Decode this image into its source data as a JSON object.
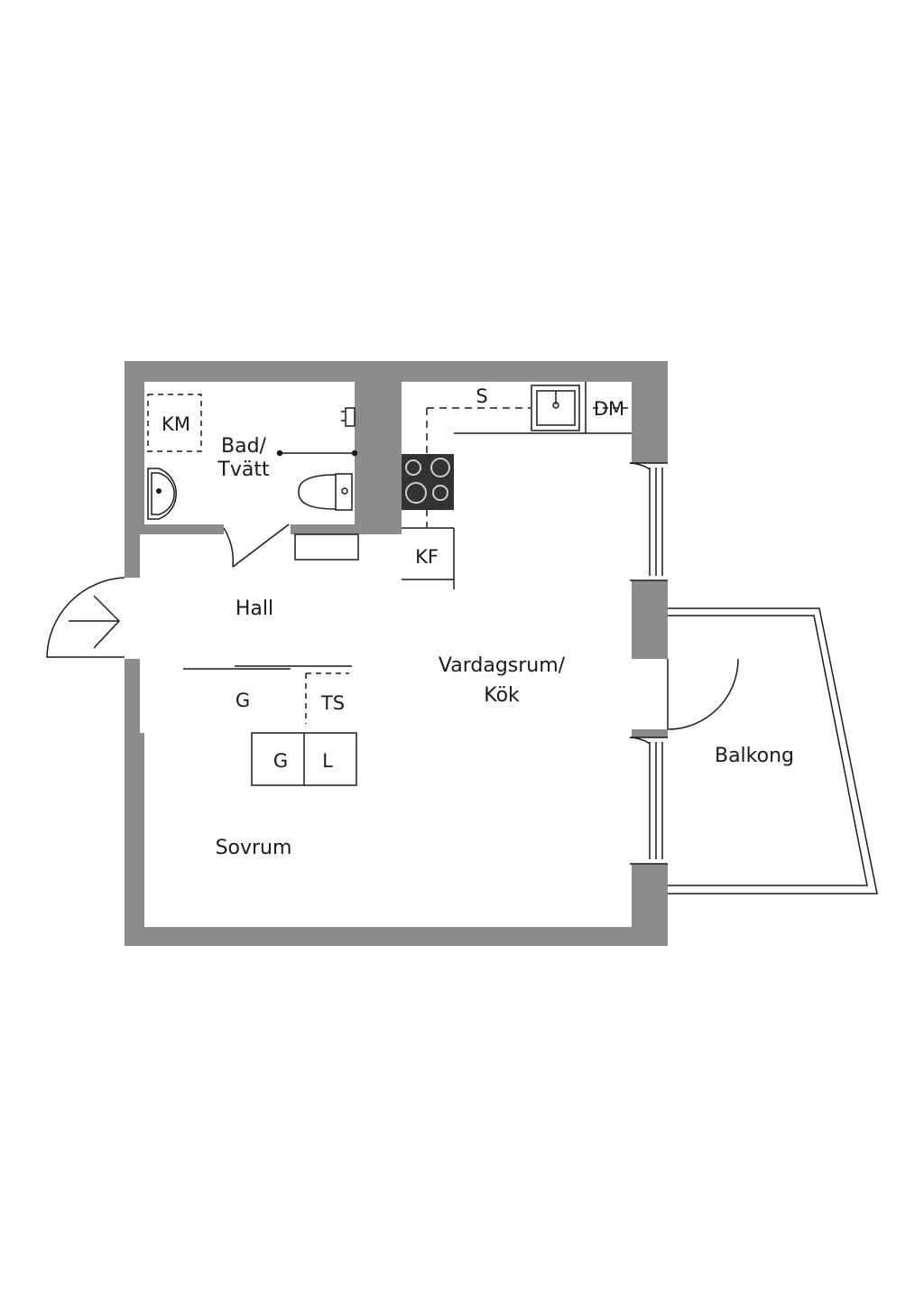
{
  "floorplan": {
    "colors": {
      "wall": "#8c8c8c",
      "line": "#1a1a1a",
      "background": "#ffffff",
      "stove": "#333333"
    },
    "rooms": {
      "bad_line1": "Bad/",
      "bad_line2": "Tvätt",
      "hall": "Hall",
      "vardagsrum_line1": "Vardagsrum/",
      "vardagsrum_line2": "Kök",
      "sovrum": "Sovrum",
      "balkong": "Balkong"
    },
    "fixtures": {
      "km": "KM",
      "s": "S",
      "dm": "DM",
      "kf": "KF",
      "g_hall": "G",
      "ts": "TS",
      "g_bedroom": "G",
      "l": "L"
    },
    "icons": [
      "entrance-arrow-icon",
      "sink-icon",
      "stove-icon",
      "toilet-icon",
      "washbasin-icon",
      "shower-icon"
    ]
  }
}
